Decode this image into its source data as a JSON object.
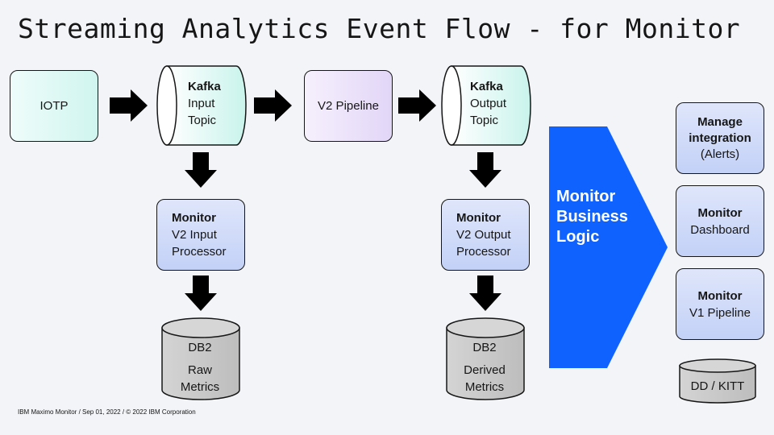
{
  "title": "Streaming Analytics Event Flow - for Monitor",
  "footer": "IBM Maximo Monitor / Sep 01, 2022 / © 2022 IBM Corporation",
  "nodes": {
    "iotp": {
      "label": "IOTP"
    },
    "kafka_input": {
      "title": "Kafka",
      "line1": "Input",
      "line2": "Topic"
    },
    "v2_pipeline": {
      "label": "V2 Pipeline"
    },
    "kafka_output": {
      "title": "Kafka",
      "line1": "Output",
      "line2": "Topic"
    },
    "v2_input_processor": {
      "title": "Monitor",
      "line1": "V2 Input",
      "line2": "Processor"
    },
    "v2_output_processor": {
      "title": "Monitor",
      "line1": "V2 Output",
      "line2": "Processor"
    },
    "db2_raw": {
      "title": "DB2",
      "line1": "Raw",
      "line2": "Metrics"
    },
    "db2_derived": {
      "title": "DB2",
      "line1": "Derived",
      "line2": "Metrics"
    },
    "business_logic": {
      "line1": "Monitor",
      "line2": "Business",
      "line3": "Logic"
    },
    "manage_integration": {
      "title1": "Manage",
      "title2": "integration",
      "line1": "(Alerts)"
    },
    "dashboard": {
      "title": "Monitor",
      "line1": "Dashboard"
    },
    "v1_pipeline": {
      "title": "Monitor",
      "line1": "V1 Pipeline"
    },
    "dd_kitt": {
      "label": "DD / KITT"
    }
  },
  "colors": {
    "teal": "#d0f5ef",
    "lilac": "#e2d6f7",
    "blue_box": "#c3d1f7",
    "db_gray": "#c6c6c6",
    "business_blue": "#0f62fe",
    "arrow": "#000000"
  }
}
